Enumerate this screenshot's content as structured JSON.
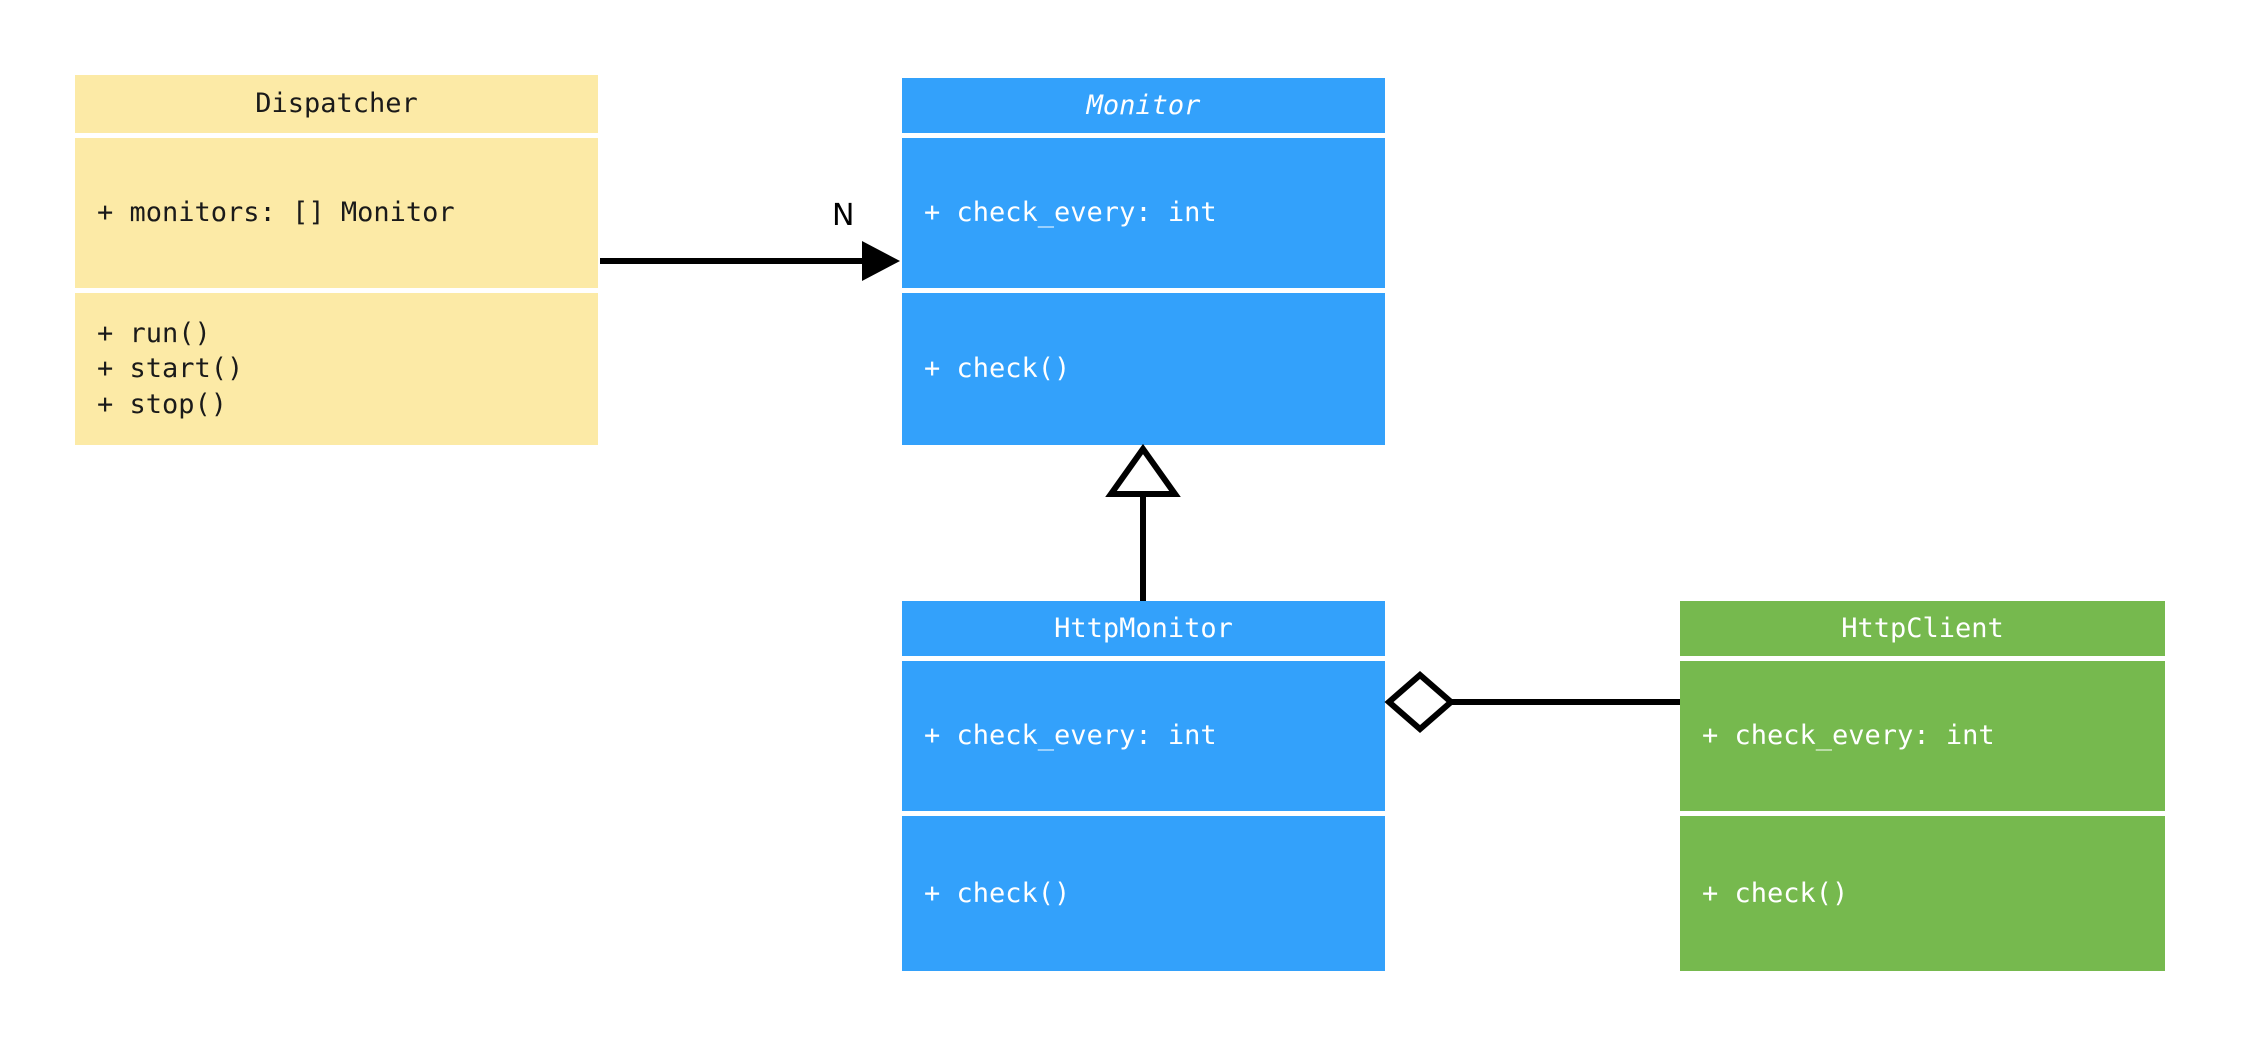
{
  "diagram": {
    "kind": "uml-class-diagram",
    "background": "#ffffff",
    "palette": {
      "yellow": "#fceaa6",
      "blue": "#33a1fb",
      "green": "#76b94e",
      "line": "#000000",
      "divider": "#ffffff"
    }
  },
  "classes": {
    "dispatcher": {
      "name": "Dispatcher",
      "abstract": false,
      "color": "#fceaa6",
      "attributes": [
        "+ monitors: [] Monitor"
      ],
      "methods": [
        "+ run()",
        "+ start()",
        "+ stop()"
      ]
    },
    "monitor": {
      "name": "Monitor",
      "abstract": true,
      "color": "#33a1fb",
      "attributes": [
        "+ check_every: int"
      ],
      "methods": [
        "+ check()"
      ]
    },
    "http_monitor": {
      "name": "HttpMonitor",
      "abstract": false,
      "color": "#33a1fb",
      "attributes": [
        "+ check_every: int"
      ],
      "methods": [
        "+ check()"
      ]
    },
    "http_client": {
      "name": "HttpClient",
      "abstract": false,
      "color": "#76b94e",
      "attributes": [
        "+ check_every: int"
      ],
      "methods": [
        "+ check()"
      ]
    }
  },
  "relationships": {
    "dispatcher_to_monitor": {
      "type": "association",
      "from": "Dispatcher",
      "to": "Monitor",
      "multiplicity_label": "N",
      "arrowhead": "filled-arrow"
    },
    "http_monitor_to_monitor": {
      "type": "generalization",
      "from": "HttpMonitor",
      "to": "Monitor",
      "multiplicity_label": "",
      "arrowhead": "hollow-triangle"
    },
    "http_monitor_to_http_client": {
      "type": "aggregation",
      "from": "HttpMonitor",
      "to": "HttpClient",
      "multiplicity_label": "",
      "arrowhead": "hollow-diamond"
    }
  }
}
